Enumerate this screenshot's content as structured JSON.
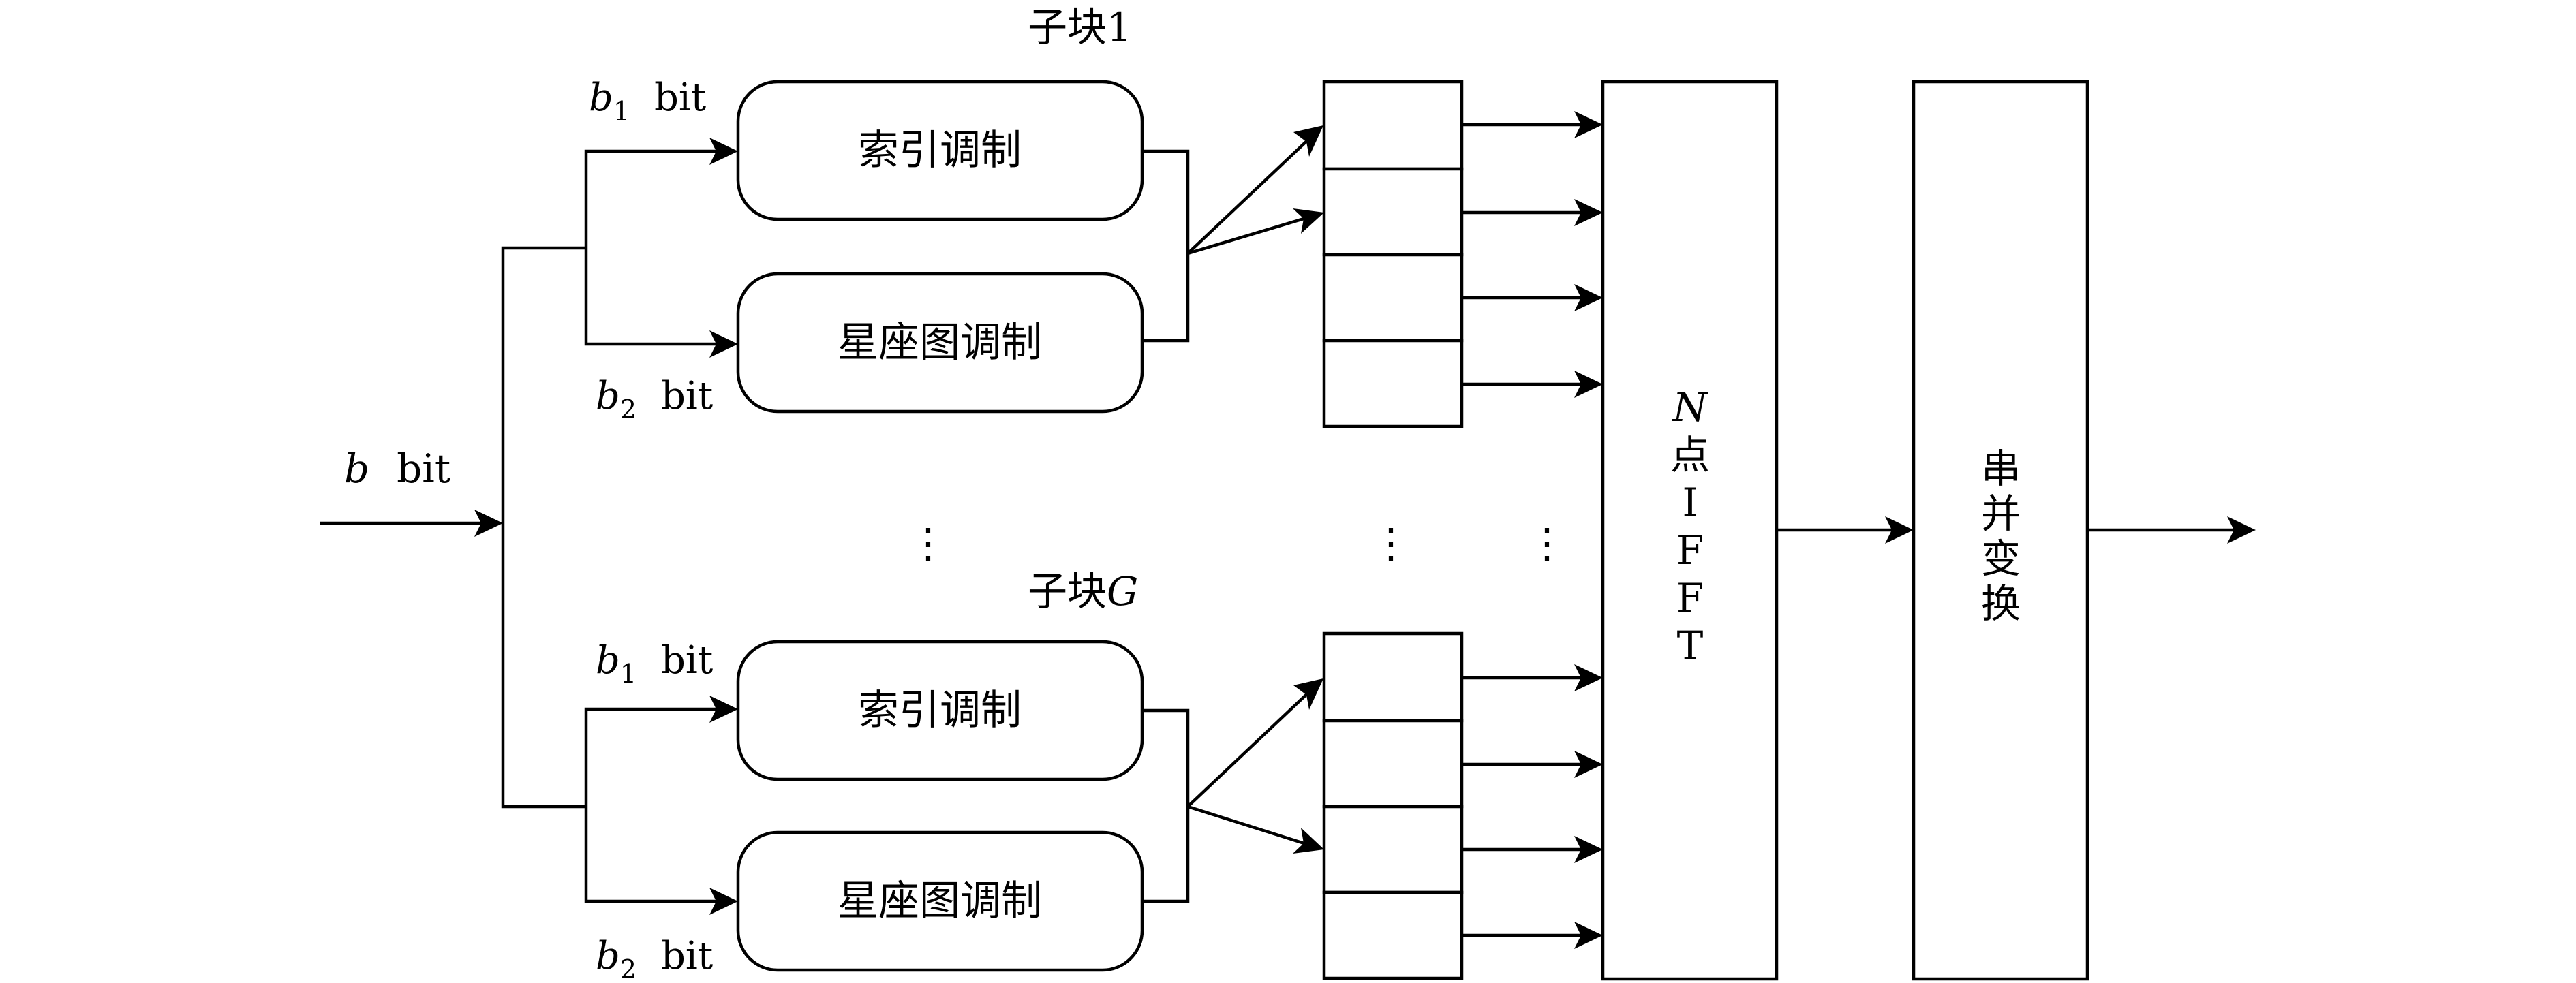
{
  "input": {
    "var": "b",
    "unit": "bit"
  },
  "subblock_top": {
    "title_text": "子块",
    "title_index": "1",
    "branch1": {
      "var": "b",
      "sub": "1",
      "unit": "bit"
    },
    "branch2": {
      "var": "b",
      "sub": "2",
      "unit": "bit"
    },
    "index_mod_label": "索引调制",
    "const_mod_label": "星座图调制",
    "cells": [
      "#808080",
      "#0d0d0d",
      "#ffffff",
      "#ffffff"
    ]
  },
  "subblock_bottom": {
    "title_text": "子块",
    "title_index": "G",
    "branch1": {
      "var": "b",
      "sub": "1",
      "unit": "bit"
    },
    "branch2": {
      "var": "b",
      "sub": "2",
      "unit": "bit"
    },
    "index_mod_label": "索引调制",
    "const_mod_label": "星座图调制",
    "cells": [
      "#0d0d0d",
      "#ffffff",
      "#808080",
      "#ffffff"
    ]
  },
  "ifft": {
    "n_var": "N",
    "chars": [
      "点",
      "I",
      "F",
      "F",
      "T"
    ]
  },
  "serial_parallel": {
    "chars": [
      "串",
      "并",
      "变",
      "换"
    ]
  },
  "ellipsis": "⋮"
}
